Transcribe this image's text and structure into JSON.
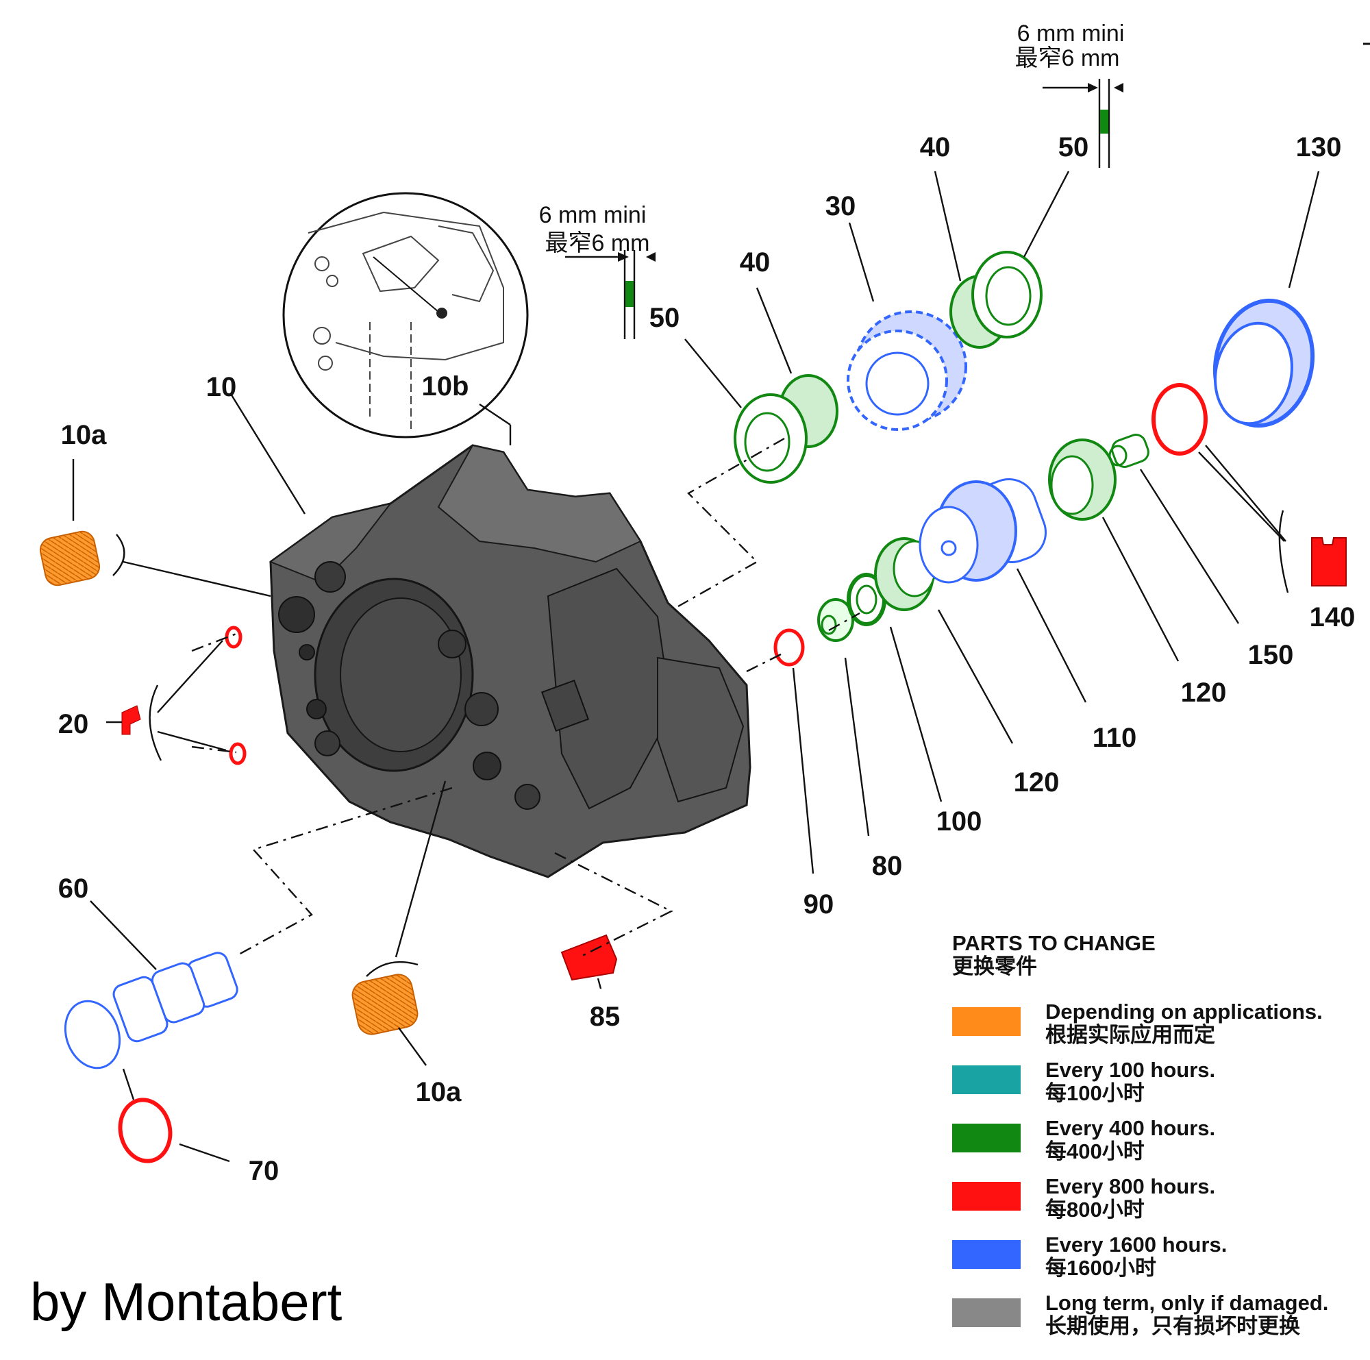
{
  "callouts": {
    "c10": "10",
    "c10a_top": "10a",
    "c10a_bottom": "10a",
    "c10b": "10b",
    "c20": "20",
    "c30": "30",
    "c40_a": "40",
    "c40_b": "40",
    "c50_a": "50",
    "c50_b": "50",
    "c60": "60",
    "c70": "70",
    "c80": "80",
    "c85": "85",
    "c90": "90",
    "c100": "100",
    "c110": "110",
    "c120_a": "120",
    "c120_b": "120",
    "c130": "130",
    "c140": "140",
    "c150": "150"
  },
  "dimensions": {
    "left_en": "6 mm mini",
    "left_zh": "最窄6 mm",
    "right_en": "6 mm mini",
    "right_zh": "最窄6 mm"
  },
  "legend": {
    "title_en": "PARTS TO CHANGE",
    "title_zh": "更换零件",
    "items": [
      {
        "color": "#ff8c1a",
        "en": "Depending on applications.",
        "zh": "根据实际应用而定"
      },
      {
        "color": "#1aa3a3",
        "en": "Every 100 hours.",
        "zh": "每100小时"
      },
      {
        "color": "#118811",
        "en": "Every 400 hours.",
        "zh": "每400小时"
      },
      {
        "color": "#ff1111",
        "en": "Every 800 hours.",
        "zh": "每800小时"
      },
      {
        "color": "#3366ff",
        "en": "Every 1600 hours.",
        "zh": "每1600小时"
      },
      {
        "color": "#888888",
        "en": "Long term, only if damaged.",
        "zh": "长期使用，只有损坏时更换"
      }
    ]
  },
  "credit": "by Montabert"
}
